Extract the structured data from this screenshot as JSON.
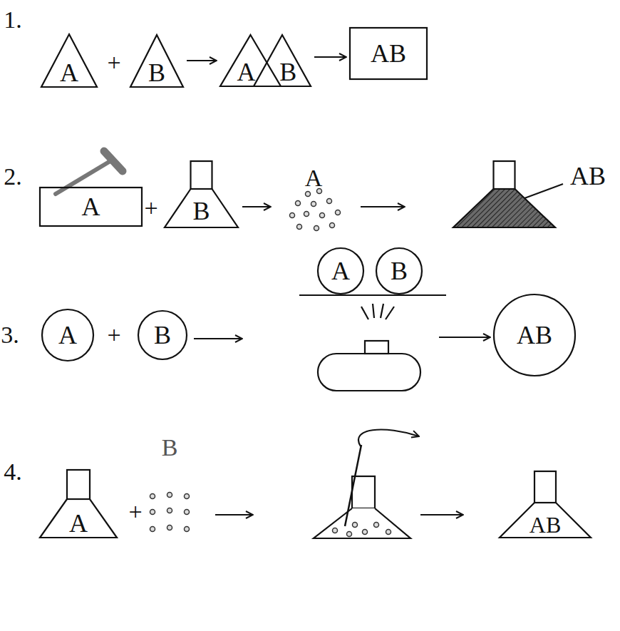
{
  "diagram": {
    "nodes": [
      {
        "text": [
          "A"
        ]
      },
      {
        "text": [
          "B"
        ]
      },
      {
        "text": [
          "A"
        ]
      },
      {
        "text": [
          "B"
        ]
      },
      {
        "text": [
          "AB"
        ]
      },
      {
        "text": [
          "A"
        ]
      },
      {
        "text": [
          "B"
        ]
      },
      {
        "text": [
          "AB"
        ]
      },
      {
        "text": [
          "A"
        ]
      },
      {
        "text": [
          "B"
        ]
      },
      {
        "text": [
          "A"
        ]
      },
      {
        "text": [
          "B"
        ]
      },
      {
        "text": [
          "AB"
        ]
      },
      {
        "text": [
          "A"
        ]
      },
      {
        "text": [
          "AB"
        ]
      }
    ],
    "edges": [
      {
        "from": 1,
        "to": 2,
        "arrow": "to"
      },
      {
        "from": 3,
        "to": 4,
        "arrow": "to"
      }
    ],
    "labels": [
      "1.",
      "2.",
      "3.",
      "4.",
      "+",
      "+",
      "+",
      "+",
      "A",
      "B"
    ]
  }
}
